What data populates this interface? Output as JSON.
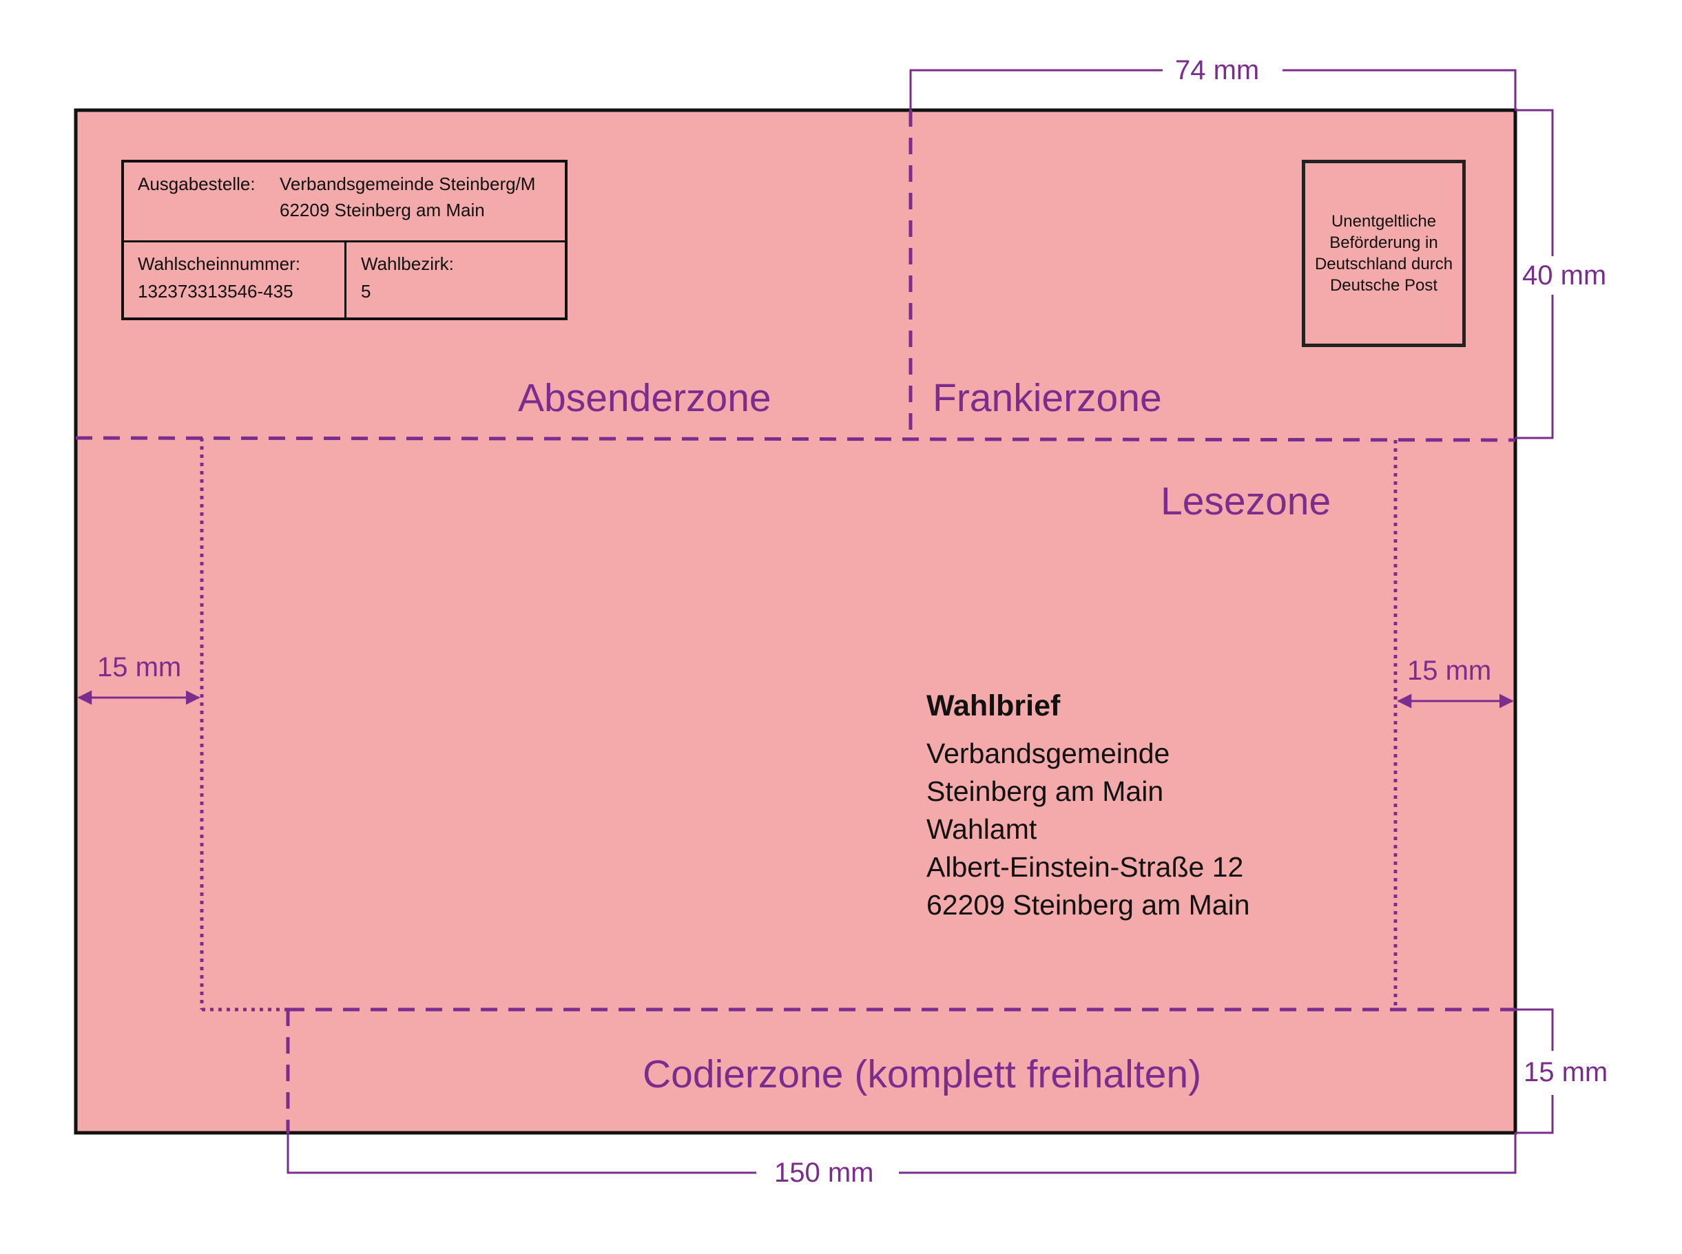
{
  "colors": {
    "envelope_fill": "#f4aaaa",
    "accent": "#7b2d8e",
    "border": "#111111"
  },
  "zones": {
    "absender": "Absenderzone",
    "frankier": "Frankierzone",
    "lese": "Lesezone",
    "codier": "Codierzone (komplett freihalten)"
  },
  "dimensions": {
    "frankier_width": "74 mm",
    "frankier_height": "40 mm",
    "left_margin": "15 mm",
    "right_margin": "15 mm",
    "codier_height": "15 mm",
    "codier_width": "150 mm"
  },
  "sender_box": {
    "label_ausgabestelle": "Ausgabestelle:",
    "issuer_line1": "Verbandsgemeinde Steinberg/M",
    "issuer_line2": "62209 Steinberg am Main",
    "label_wahlscheinnummer": "Wahlscheinnummer:",
    "wahlscheinnummer": "132373313546-435",
    "label_wahlbezirk": "Wahlbezirk:",
    "wahlbezirk": "5"
  },
  "stamp": {
    "line1": "Unentgeltliche",
    "line2": "Beförderung in",
    "line3": "Deutschland durch",
    "line4": "Deutsche Post"
  },
  "address": {
    "title": "Wahlbrief",
    "lines": [
      "Verbandsgemeinde",
      "Steinberg am Main",
      "Wahlamt",
      "Albert-Einstein-Straße 12",
      "62209 Steinberg am Main"
    ]
  }
}
